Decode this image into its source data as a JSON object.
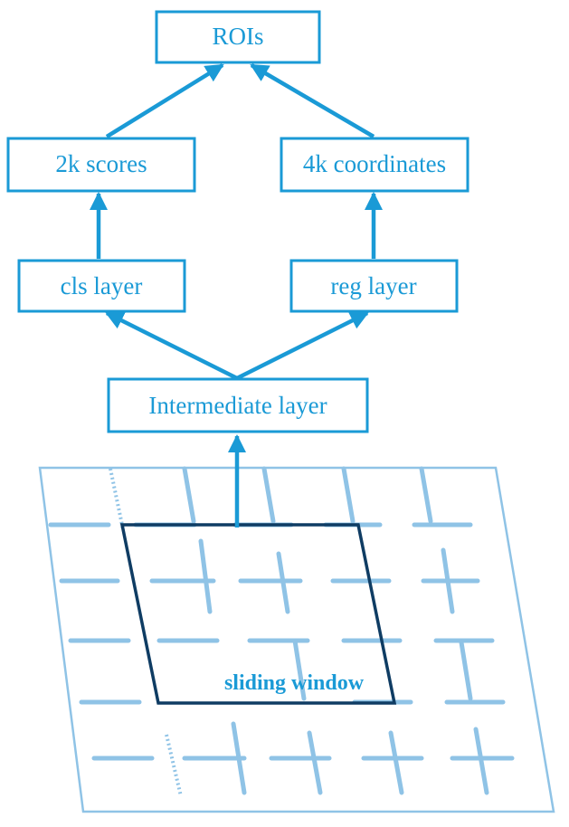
{
  "colors": {
    "primary": "#1a9ad6",
    "grid_light": "#8fc3e6",
    "window_dark": "#0f3c63",
    "background": "#ffffff"
  },
  "nodes": {
    "rois": "ROIs",
    "scores": "2k scores",
    "coordinates": "4k coordinates",
    "cls_layer": "cls layer",
    "reg_layer": "reg layer",
    "intermediate_layer": "Intermediate layer"
  },
  "sliding_window": {
    "label": "sliding window"
  }
}
